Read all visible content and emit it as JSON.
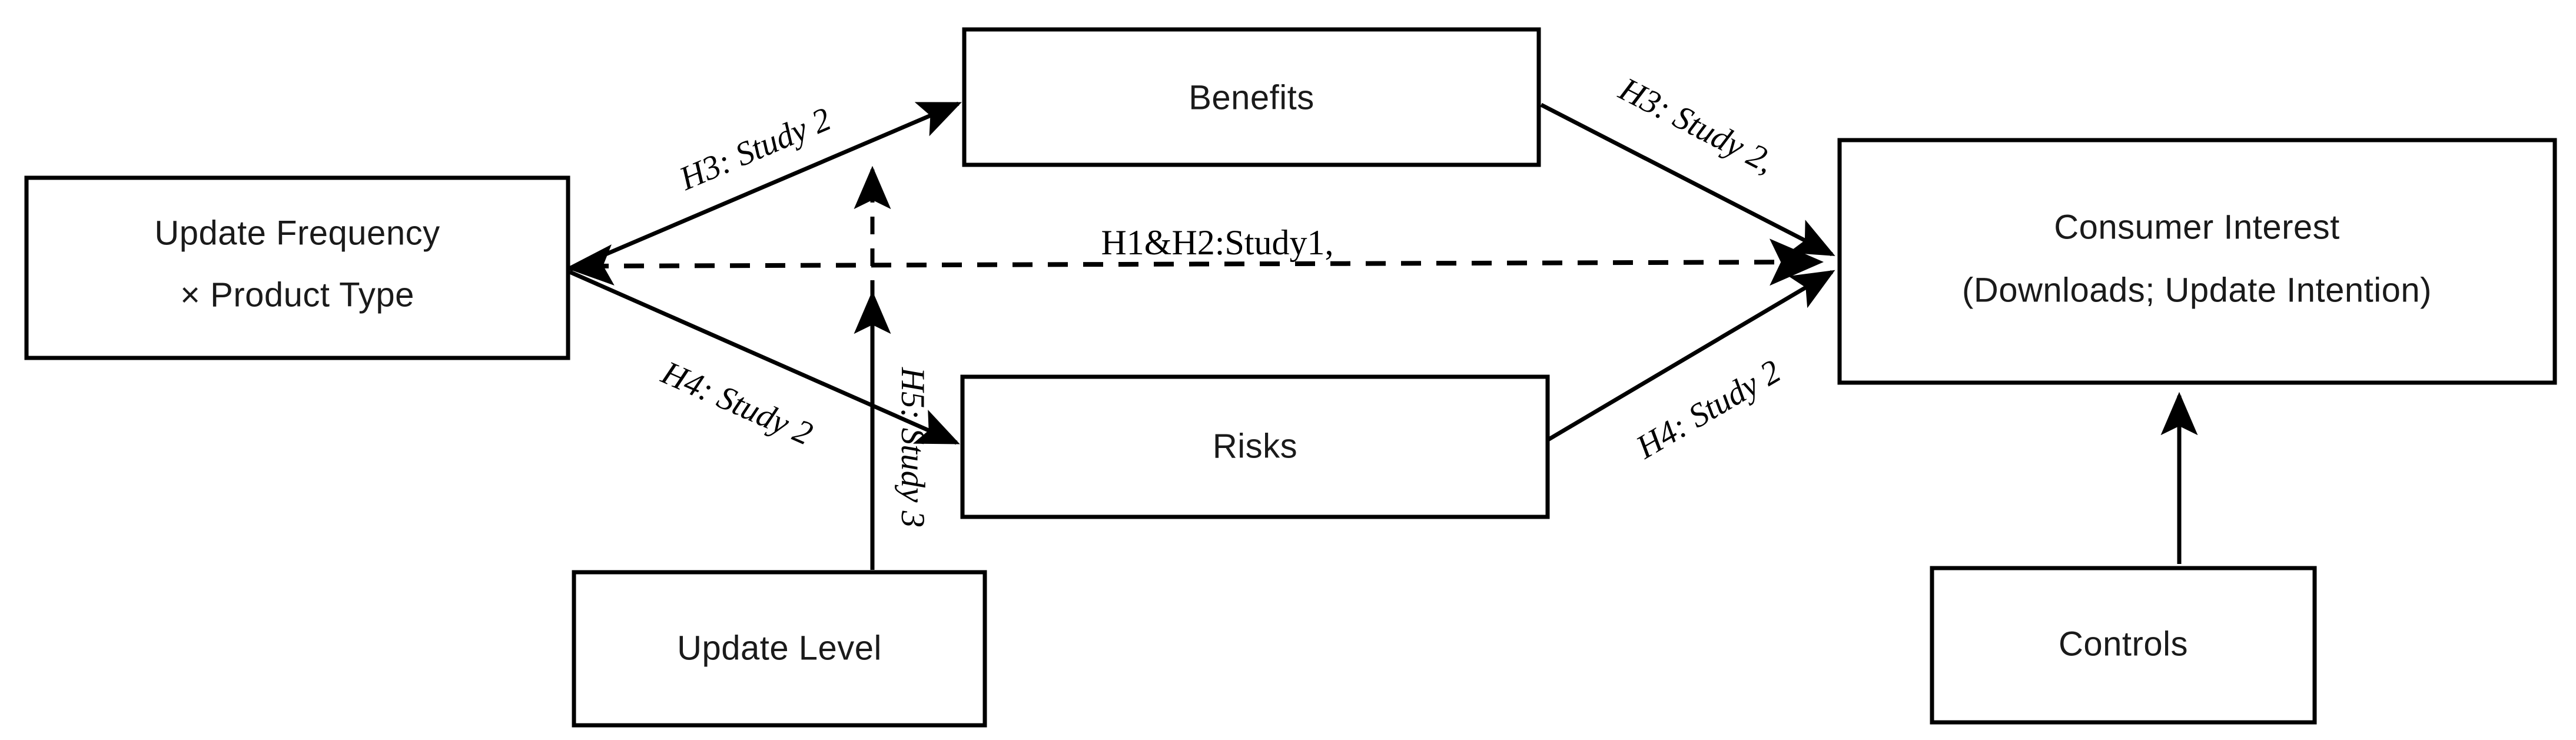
{
  "diagram": {
    "title": "Conceptual Research Model",
    "type": "conceptual-model-flow-diagram",
    "background_color": "#ffffff",
    "line_color": "#000000",
    "box_fill": "#ffffff",
    "nodes": {
      "update_frequency": {
        "id": "update-frequency-product-type",
        "line1": "Update Frequency",
        "line2": "× Product Type"
      },
      "benefits": {
        "id": "benefits",
        "label": "Benefits"
      },
      "risks": {
        "id": "risks",
        "label": "Risks"
      },
      "consumer_interest": {
        "id": "consumer-interest",
        "line1": "Consumer Interest",
        "line2": "(Downloads; Update Intention)"
      },
      "update_level": {
        "id": "update-level",
        "label": "Update Level"
      },
      "controls": {
        "id": "controls",
        "label": "Controls"
      }
    },
    "edges": {
      "h3_left": {
        "id": "h3-frequency-to-benefits",
        "label": "H3: Study 2",
        "style": "solid",
        "from": "update_frequency",
        "to": "benefits"
      },
      "h3_right": {
        "id": "h3-benefits-to-consumer-interest",
        "label": "H3: Study 2,",
        "style": "solid",
        "from": "benefits",
        "to": "consumer_interest"
      },
      "h1h2": {
        "id": "h1-h2-direct-effect",
        "label": "H1&H2:Study1,",
        "style": "dashed",
        "from": "update_frequency",
        "to": "consumer_interest"
      },
      "h4_left": {
        "id": "h4-frequency-to-risks",
        "label": "H4: Study 2",
        "style": "solid",
        "from": "update_frequency",
        "to": "risks"
      },
      "h4_right": {
        "id": "h4-risks-to-consumer-interest",
        "label": "H4: Study 2",
        "style": "solid",
        "from": "risks",
        "to": "consumer_interest"
      },
      "h5": {
        "id": "h5-update-level-moderator",
        "label": "H5: Study 3",
        "style": "solid-and-dashed",
        "from": "update_level",
        "to": "benefits-and-risks-paths"
      },
      "controls_edge": {
        "id": "controls-to-consumer-interest",
        "label": "",
        "style": "solid",
        "from": "controls",
        "to": "consumer_interest"
      }
    }
  }
}
